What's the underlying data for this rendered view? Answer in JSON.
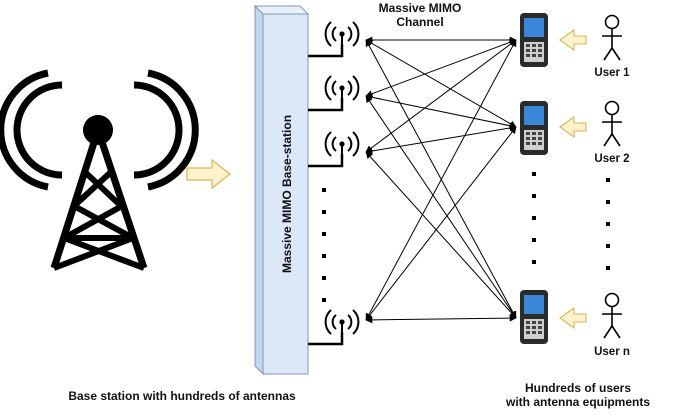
{
  "channel": {
    "title_line1": "Massive MIMO",
    "title_line2": "Channel"
  },
  "base_station": {
    "label": "Massive MIMO Base-station",
    "caption": "Base station with hundreds of antennas"
  },
  "users": [
    {
      "label": "User 1"
    },
    {
      "label": "User 2"
    },
    {
      "label": "User n"
    }
  ],
  "users_caption": {
    "line1": "Hundreds of users",
    "line2": "with antenna equipments"
  },
  "colors": {
    "base_station_fill": "#dbe8f8",
    "base_station_side": "#c3d6ee",
    "arrow_fill": "#fff2cc",
    "arrow_stroke": "#d6b656",
    "line": "#000000"
  }
}
